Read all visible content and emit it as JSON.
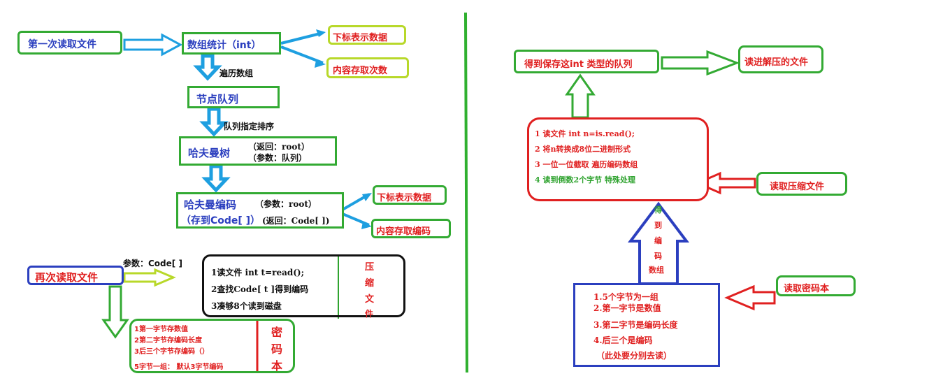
{
  "left": {
    "first_read": "第一次读取文件",
    "array_count": "数组统计（int）",
    "index_data": "下标表示数据",
    "content_count": "内容存取次数",
    "traverse": "遍历数组",
    "node_queue": "节点队列",
    "queue_sort": "队列指定排序",
    "huffman_tree": "哈夫曼树",
    "tree_return": "（返回：root）",
    "tree_param": "（参数：队列）",
    "huffman_code_1": "哈夫曼编码",
    "huffman_code_param": "（参数：root）",
    "huffman_code_2": "（存到Code[ ]）",
    "huffman_code_return": "(返回：Code[ ])",
    "index_data2": "下标表示数据",
    "content_code": "内容存取编码",
    "param_code": "参数：Code[ ]",
    "second_read": "再次读取文件",
    "compress_steps": [
      "1读文件 int t=read();",
      "2查找Code[ t ]得到编码",
      "3凑够8个读到磁盘"
    ],
    "compress_label": [
      "压",
      "缩",
      "文",
      "件"
    ],
    "codebook_steps": [
      "1第一字节存数值",
      "2第二字节存编码长度",
      "3后三个字节存编码（）",
      "5字节一组： 默认3字节编码"
    ],
    "codebook_label": [
      "密",
      "码",
      "本"
    ]
  },
  "right": {
    "queue_result": "得到保存这int 类型的队列",
    "write_file": "读进解压的文件",
    "decode_steps": [
      "1 读文件  int n=is.read();",
      "2 将n转换成8位二进制形式",
      "3  一位一位截取 遍历编码数组",
      "4 读到倒数2个字节  特殊处理"
    ],
    "read_compressed": "读取压缩文件",
    "get_code_array": [
      "得",
      "到",
      "编",
      "码",
      "数组"
    ],
    "codebook_steps": [
      "1.5个字节为一组",
      "2.第一字节是数值",
      "3.第二字节是编码长度",
      "4.后三个是编码",
      "（此处要分别去读）"
    ],
    "read_codebook": "读取密码本"
  },
  "colors": {
    "blue": "#2b3fbf",
    "red": "#e02020",
    "green": "#33aa33",
    "lime": "#b8d82a",
    "cyan_arrow": "#1e9fe0"
  }
}
